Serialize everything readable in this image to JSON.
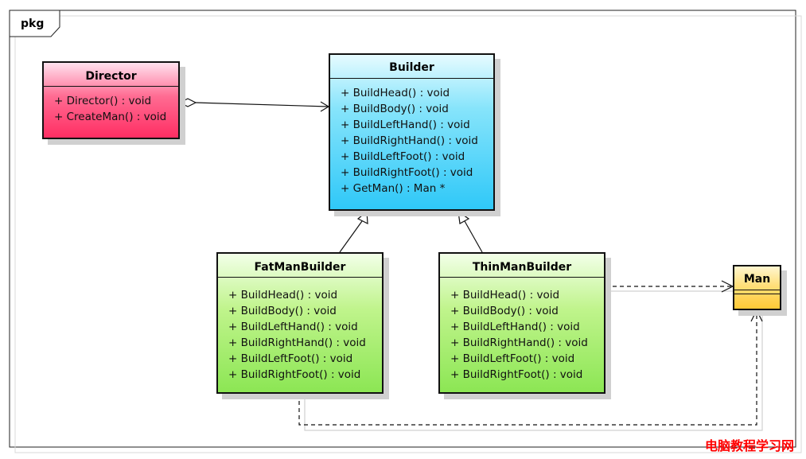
{
  "package": {
    "label": "pkg"
  },
  "classes": {
    "director": {
      "name": "Director",
      "operations": [
        "+ Director() : void",
        "+ CreateMan() : void"
      ]
    },
    "builder": {
      "name": "Builder",
      "operations": [
        "+ BuildHead() : void",
        "+ BuildBody() : void",
        "+ BuildLeftHand() : void",
        "+ BuildRightHand() : void",
        "+ BuildLeftFoot() : void",
        "+ BuildRightFoot() : void",
        "+ GetMan() : Man *"
      ]
    },
    "fatman": {
      "name": "FatManBuilder",
      "operations": [
        "+ BuildHead() : void",
        "+ BuildBody() : void",
        "+ BuildLeftHand() : void",
        "+ BuildRightHand() : void",
        "+ BuildLeftFoot() : void",
        "+ BuildRightFoot() : void"
      ]
    },
    "thinman": {
      "name": "ThinManBuilder",
      "operations": [
        "+ BuildHead() : void",
        "+ BuildBody() : void",
        "+ BuildLeftHand() : void",
        "+ BuildRightHand() : void",
        "+ BuildLeftFoot() : void",
        "+ BuildRightFoot() : void"
      ]
    },
    "man": {
      "name": "Man",
      "operations": []
    }
  },
  "relations": [
    {
      "type": "aggregation",
      "from": "Director",
      "to": "Builder"
    },
    {
      "type": "generalization",
      "from": "FatManBuilder",
      "to": "Builder"
    },
    {
      "type": "generalization",
      "from": "ThinManBuilder",
      "to": "Builder"
    },
    {
      "type": "dependency",
      "from": "ThinManBuilder",
      "to": "Man"
    },
    {
      "type": "dependency",
      "from": "FatManBuilder",
      "to": "Man"
    }
  ],
  "watermark": "电脑教程学习网"
}
